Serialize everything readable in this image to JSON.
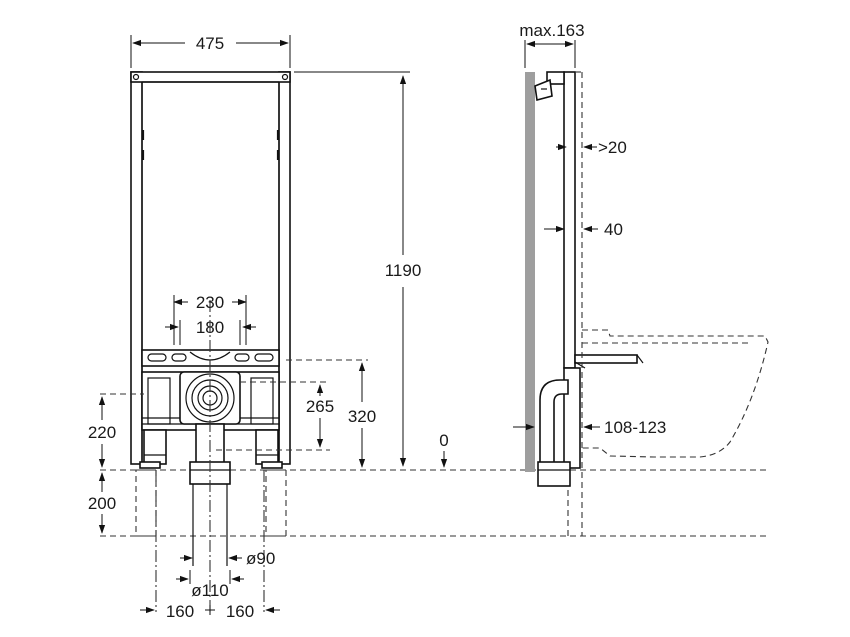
{
  "dimensions": {
    "width_total": "475",
    "height_total": "1190",
    "bracket_outer": "230",
    "bracket_inner": "180",
    "outlet_height": "265",
    "outlet_center_height": "320",
    "floor_level": "0",
    "frame_above_floor": "220",
    "frame_below_floor": "200",
    "pipe_inner": "ø90",
    "pipe_outer": "ø110",
    "half_left": "160",
    "half_right": "160",
    "max_depth": "max.163",
    "wall_gap": ">20",
    "frame_depth": "40",
    "adjust_range": "108-123"
  },
  "colors": {
    "line": "#111111",
    "wall": "#9e9e9e",
    "background": "#ffffff"
  }
}
